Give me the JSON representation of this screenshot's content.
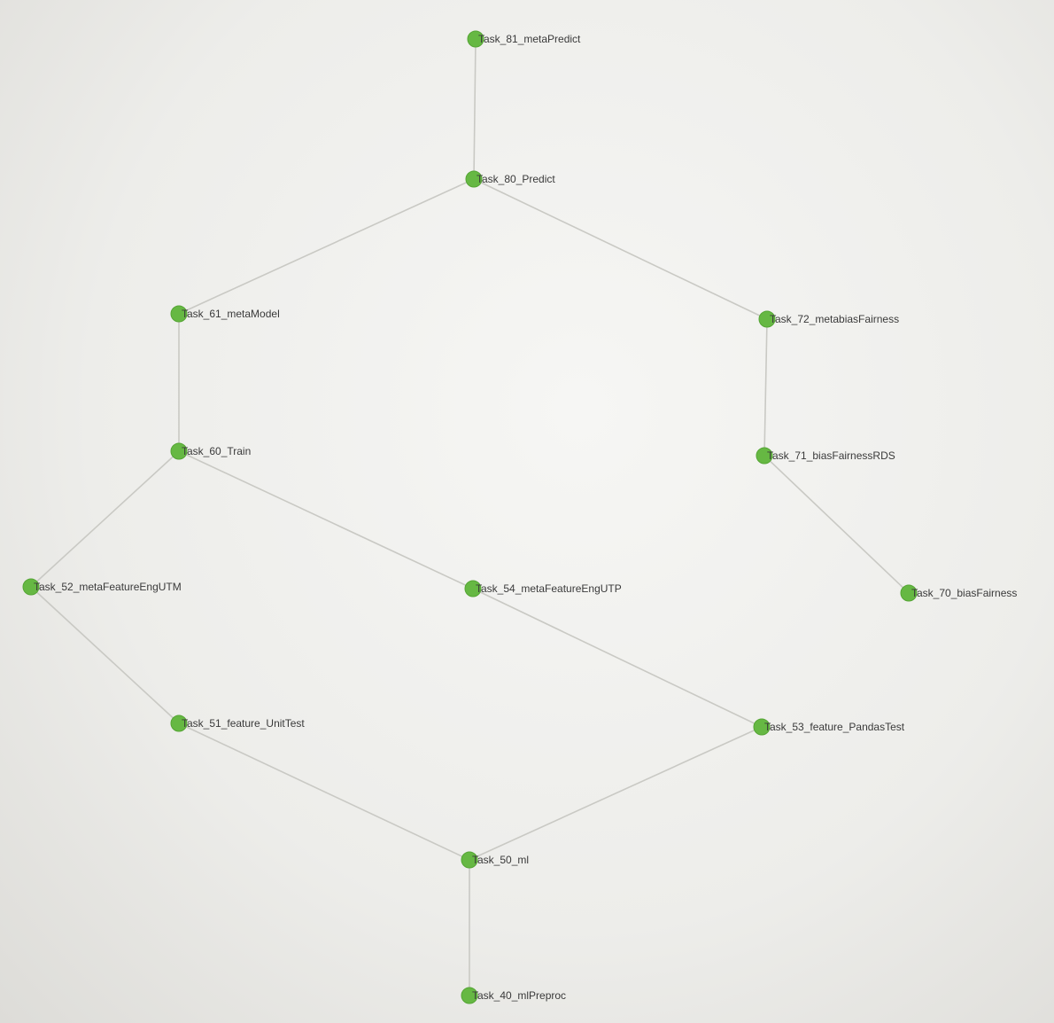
{
  "graph": {
    "node_color": "#66b843",
    "edge_color": "#c9c9c4",
    "nodes": [
      {
        "id": "n81",
        "label": "Task_81_metaPredict"
      },
      {
        "id": "n80",
        "label": "Task_80_Predict"
      },
      {
        "id": "n61",
        "label": "Task_61_metaModel"
      },
      {
        "id": "n72",
        "label": "Task_72_metabiasFairness"
      },
      {
        "id": "n60",
        "label": "Task_60_Train"
      },
      {
        "id": "n71",
        "label": "Task_71_biasFairnessRDS"
      },
      {
        "id": "n52",
        "label": "Task_52_metaFeatureEngUTM"
      },
      {
        "id": "n54",
        "label": "Task_54_metaFeatureEngUTP"
      },
      {
        "id": "n70",
        "label": "Task_70_biasFairness"
      },
      {
        "id": "n51",
        "label": "Task_51_feature_UnitTest"
      },
      {
        "id": "n53",
        "label": "Task_53_feature_PandasTest"
      },
      {
        "id": "n50",
        "label": "Task_50_ml"
      },
      {
        "id": "n40",
        "label": "Task_40_mlPreproc"
      }
    ],
    "edges": [
      [
        "n81",
        "n80"
      ],
      [
        "n80",
        "n61"
      ],
      [
        "n80",
        "n72"
      ],
      [
        "n61",
        "n60"
      ],
      [
        "n72",
        "n71"
      ],
      [
        "n71",
        "n70"
      ],
      [
        "n60",
        "n52"
      ],
      [
        "n60",
        "n54"
      ],
      [
        "n52",
        "n51"
      ],
      [
        "n54",
        "n53"
      ],
      [
        "n51",
        "n50"
      ],
      [
        "n53",
        "n50"
      ],
      [
        "n50",
        "n40"
      ]
    ]
  }
}
